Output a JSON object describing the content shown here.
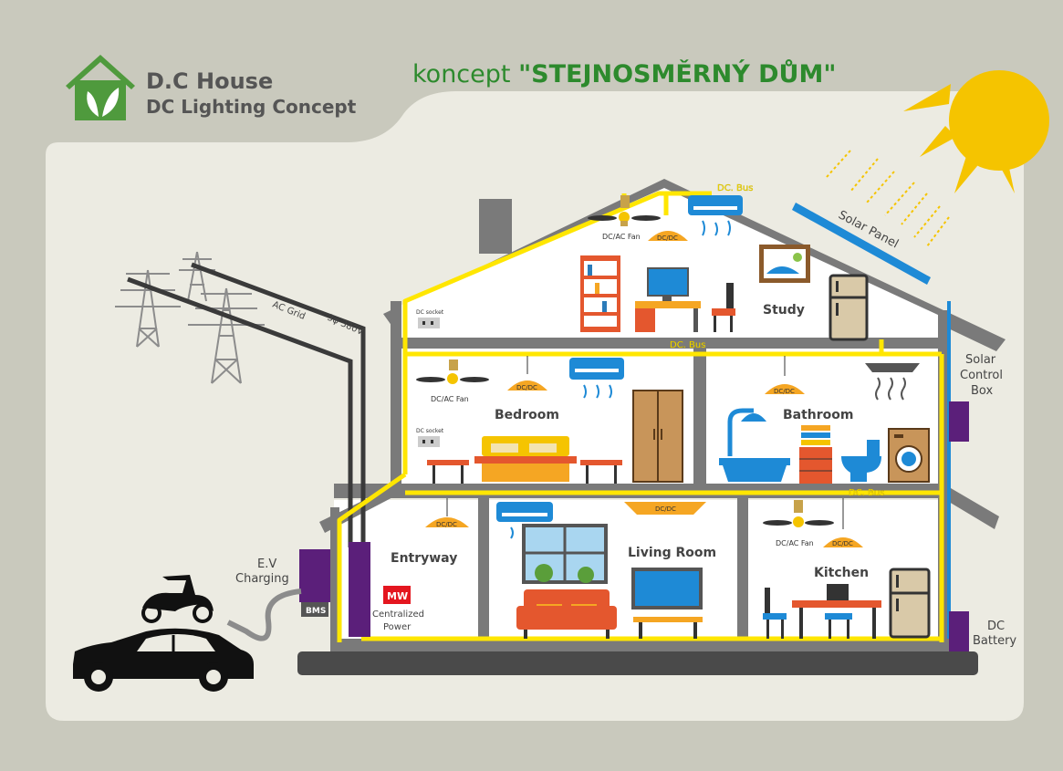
{
  "brand": {
    "name": "D.C House",
    "tagline": "DC Lighting Concept",
    "green": "#4f9a3d"
  },
  "headline": {
    "prefix": "koncept ",
    "emphasis": "\"STEJNOSMĚRNÝ DŮM\"",
    "color": "#2d8a2d"
  },
  "rooms": {
    "study": "Study",
    "bedroom": "Bedroom",
    "bathroom": "Bathroom",
    "entryway": "Entryway",
    "living_room": "Living Room",
    "kitchen": "Kitchen"
  },
  "bus": {
    "label_top": "DC. Bus",
    "label_mid": "DC. Bus",
    "label_low": "DC. Bus",
    "color": "#ffe600"
  },
  "devices": {
    "fan_label": "DC/AC Fan",
    "dcdc_label": "DC/DC",
    "socket_label": "DC socket",
    "bms": "BMS",
    "mw_logo": "MW",
    "centralized_line1": "Centralized",
    "centralized_line2": "Power"
  },
  "external": {
    "solar_panel": "Solar Panel",
    "ac_grid": "AC Grid",
    "phase": "3φ 380V",
    "ev_line1": "E.V",
    "ev_line2": "Charging",
    "solar_box_line1": "Solar",
    "solar_box_line2": "Control",
    "solar_box_line3": "Box",
    "battery_line1": "DC",
    "battery_line2": "Battery"
  },
  "colors": {
    "house_frame": "#7a7a7a",
    "purple": "#5b1f7a",
    "sun": "#f5c400",
    "card": "#ecebe2"
  }
}
